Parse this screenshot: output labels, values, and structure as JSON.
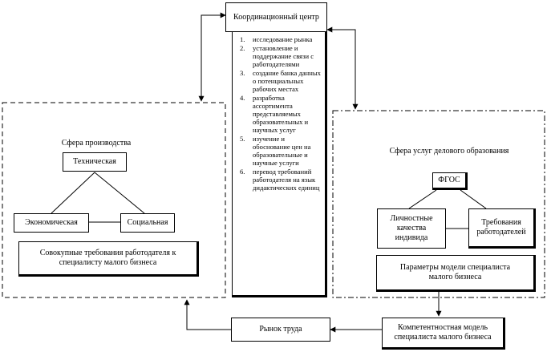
{
  "coordination_center": {
    "title": "Координационный центр",
    "tasks": [
      {
        "num": "1.",
        "text": "исследование рынка"
      },
      {
        "num": "2.",
        "text": "установление и поддержание связи с работодателями"
      },
      {
        "num": "3.",
        "text": "создание банка данных о потенциальных рабочих местах"
      },
      {
        "num": "4.",
        "text": "разработка ассортимента представляемых образовательных и научных услуг"
      },
      {
        "num": "5.",
        "text": "изучение и обоснование цен на образовательные и научные услуги"
      },
      {
        "num": "6.",
        "text": "перевод требований работодателя на язык дидактических единиц"
      }
    ]
  },
  "production_sphere": {
    "title": "Сфера производства",
    "technical": "Техническая",
    "economic": "Экономическая",
    "social": "Социальная",
    "requirements": "Совокупные требования работодателя к специалисту малого бизнеса"
  },
  "education_sphere": {
    "title": "Сфера услуг делового образования",
    "fgos": "ФГОС",
    "personal_qualities": "Личностные качества индивида",
    "employer_requirements": "Требования работодателей",
    "model_parameters": "Параметры модели специалиста малого бизнеса"
  },
  "labor_market": "Рынок труда",
  "competence_model": "Компетентностная модель специалиста малого бизнеса"
}
